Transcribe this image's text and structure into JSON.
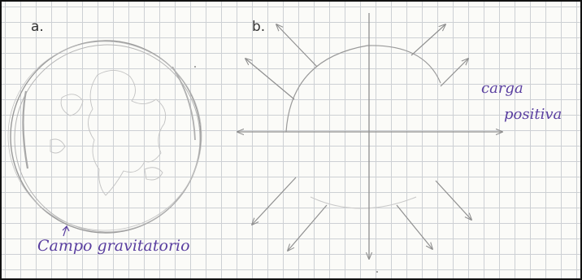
{
  "panel_a": {
    "label": "a.",
    "caption": "Campo gravitatorio"
  },
  "panel_b": {
    "label": "b.",
    "caption_line1": "carga",
    "caption_line2": "positiva"
  },
  "colors": {
    "pencil": "#8f8f8f",
    "pencil_dark": "#6e6e6e",
    "ink": "#5a3fa0",
    "grid": "#cdd0d4",
    "border": "#111111"
  }
}
